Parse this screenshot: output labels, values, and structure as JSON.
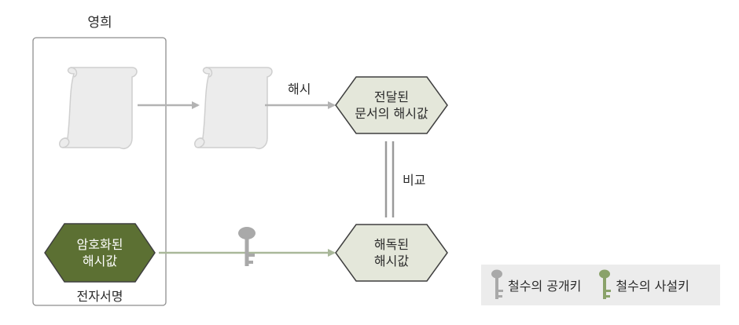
{
  "sender_label": "영희",
  "digital_signature_label": "전자서명",
  "hash_label": "해시",
  "compare_label": "비교",
  "transmitted_hash": {
    "line1": "전달된",
    "line2": "문서의 해시값"
  },
  "decrypted_hash": {
    "line1": "해독된",
    "line2": "해시값"
  },
  "encrypted_hash": {
    "line1": "암호화된",
    "line2": "해시값"
  },
  "legend": {
    "public_key": "철수의 공개키",
    "private_key": "철수의 사설키"
  },
  "colors": {
    "dark_green": "#5c7033",
    "pale_green_fill": "#e4e7da",
    "gray_key": "#a9a9a9",
    "green_key": "#8aa26a",
    "arrow_gray": "#b3b3b3",
    "arrow_green": "#a9b89a"
  }
}
